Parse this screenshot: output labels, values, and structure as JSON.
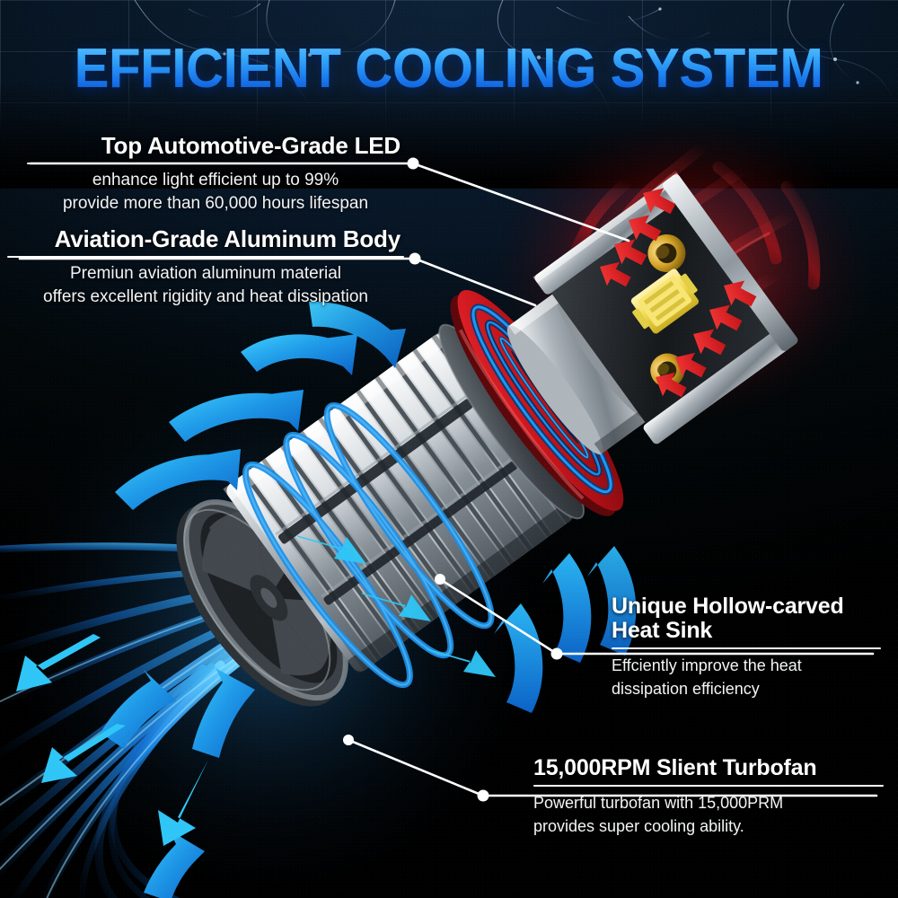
{
  "header": {
    "title": "EFFICIENT COOLING SYSTEM",
    "title_gradient_top": "#6fc9ff",
    "title_gradient_bottom": "#0b44b4",
    "background_color": "#071524"
  },
  "callouts": [
    {
      "id": "led",
      "side": "left",
      "heading": "Top Automotive-Grade LED",
      "body_line1": "enhance light efficient up to 99%",
      "body_line2": "provide more than 60,000 hours lifespan"
    },
    {
      "id": "aluminum-body",
      "side": "left",
      "heading": "Aviation-Grade Aluminum Body",
      "body_line1": "Premiun aviation aluminum material",
      "body_line2": "offers excellent rigidity and heat dissipation"
    },
    {
      "id": "heat-sink",
      "side": "right",
      "heading_line1": "Unique Hollow-carved",
      "heading_line2": "Heat Sink",
      "body_line1": "Effciently improve the heat",
      "body_line2": "dissipation efficiency"
    },
    {
      "id": "turbofan",
      "side": "right",
      "heading": "15,000RPM Slient Turbofan",
      "body_line1": "Powerful turbofan with 15,000PRM",
      "body_line2": "provides super cooling ability."
    }
  ],
  "product": {
    "name": "LED headlight bulb",
    "parts": {
      "led_chip": "yellow LED emitter chip",
      "chip_board": "black chip board with silver edges",
      "screw_hole": "gold screw hole",
      "collar": "red aluminum collar ring",
      "heat_sink": "finned aluminum heat sink",
      "turbofan": "dark gray turbofan housing"
    }
  },
  "colors": {
    "heat_arrow": "#e8161f",
    "airflow_arrow_light": "#2fc6f7",
    "airflow_arrow_dark": "#0f7fe0",
    "airflow_stream": "#1b86e8",
    "led_yellow": "#f2dc5c",
    "collar_red": "#c7161d",
    "metal_light": "#e6e9ec",
    "metal_dark": "#6b7279",
    "leader_line": "#ffffff"
  },
  "annotations": {
    "heat_arrows_label": "red arrows indicating heat flowing into the LED head",
    "airflow_arrows_label": "blue arrows indicating cooling airflow leaving the heat sink and fan",
    "airflow_rings_label": "blue circular airflow rings around the heat sink",
    "airflow_streams_label": "blue radial airflow streams from the turbofan"
  }
}
